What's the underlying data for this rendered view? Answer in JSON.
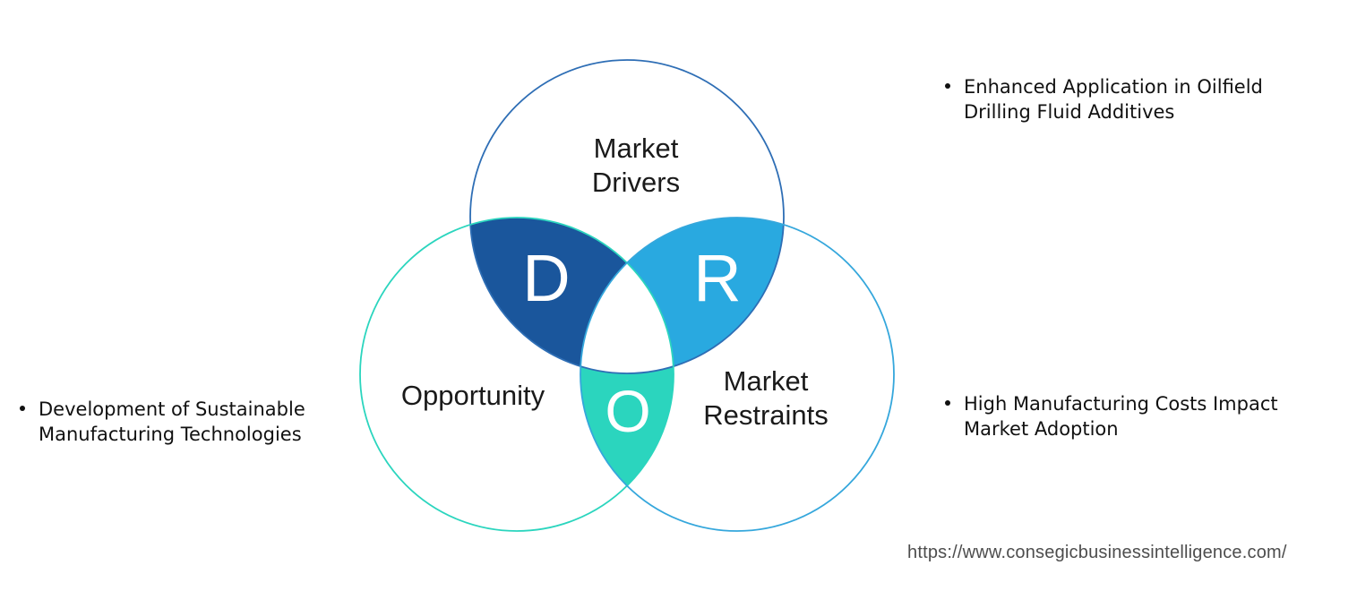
{
  "diagram": {
    "circles": {
      "drivers": {
        "label_line1": "Market",
        "label_line2": "Drivers",
        "outline_color": "#2E6EB5"
      },
      "opportunity": {
        "label": "Opportunity",
        "outline_color": "#2BD5BE"
      },
      "restraints": {
        "label_line1": "Market",
        "label_line2": "Restraints",
        "outline_color": "#35A7DC"
      }
    },
    "intersections": {
      "d": {
        "letter": "D",
        "fill_color": "#1A569C"
      },
      "r": {
        "letter": "R",
        "fill_color": "#29A9E0"
      },
      "o": {
        "letter": "O",
        "fill_color": "#2BD5BE"
      }
    },
    "colors": {
      "label_text": "#1a1a1a",
      "letter_text": "#ffffff",
      "background": "#ffffff"
    }
  },
  "bullets": {
    "left": {
      "line1": "Development of Sustainable",
      "line2": "Manufacturing Technologies"
    },
    "right_top": {
      "line1": "Enhanced Application in Oilfield",
      "line2": "Drilling Fluid Additives"
    },
    "right_bottom": {
      "line1": "High Manufacturing Costs Impact",
      "line2": "Market Adoption"
    }
  },
  "footer": {
    "url": "https://www.consegicbusinessintelligence.com/"
  }
}
